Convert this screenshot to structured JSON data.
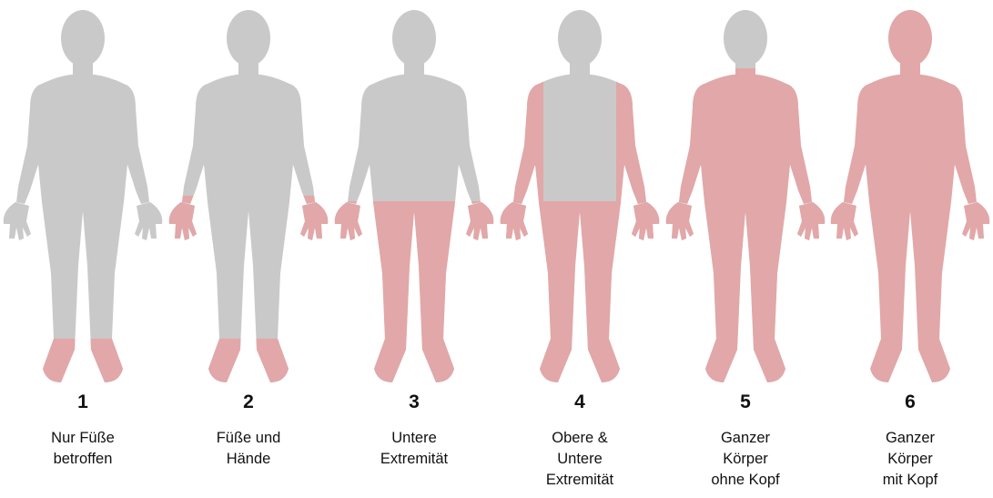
{
  "colors": {
    "unaffected": "#c9c9c9",
    "affected": "#e2a7a8",
    "background": "#ffffff"
  },
  "figures": [
    {
      "number": "1",
      "caption": [
        "Nur Füße",
        "betroffen"
      ],
      "affected_regions": [
        "feet"
      ]
    },
    {
      "number": "2",
      "caption": [
        "Füße und",
        "Hände"
      ],
      "affected_regions": [
        "feet",
        "hands"
      ]
    },
    {
      "number": "3",
      "caption": [
        "Untere",
        "Extremität"
      ],
      "affected_regions": [
        "lower-body"
      ]
    },
    {
      "number": "4",
      "caption": [
        "Obere &",
        "Untere",
        "Extremität"
      ],
      "affected_regions": [
        "lower-body",
        "arms"
      ]
    },
    {
      "number": "5",
      "caption": [
        "Ganzer",
        "Körper",
        "ohne Kopf"
      ],
      "affected_regions": [
        "body-without-head"
      ]
    },
    {
      "number": "6",
      "caption": [
        "Ganzer",
        "Körper",
        "mit Kopf"
      ],
      "affected_regions": [
        "whole-body"
      ]
    }
  ]
}
